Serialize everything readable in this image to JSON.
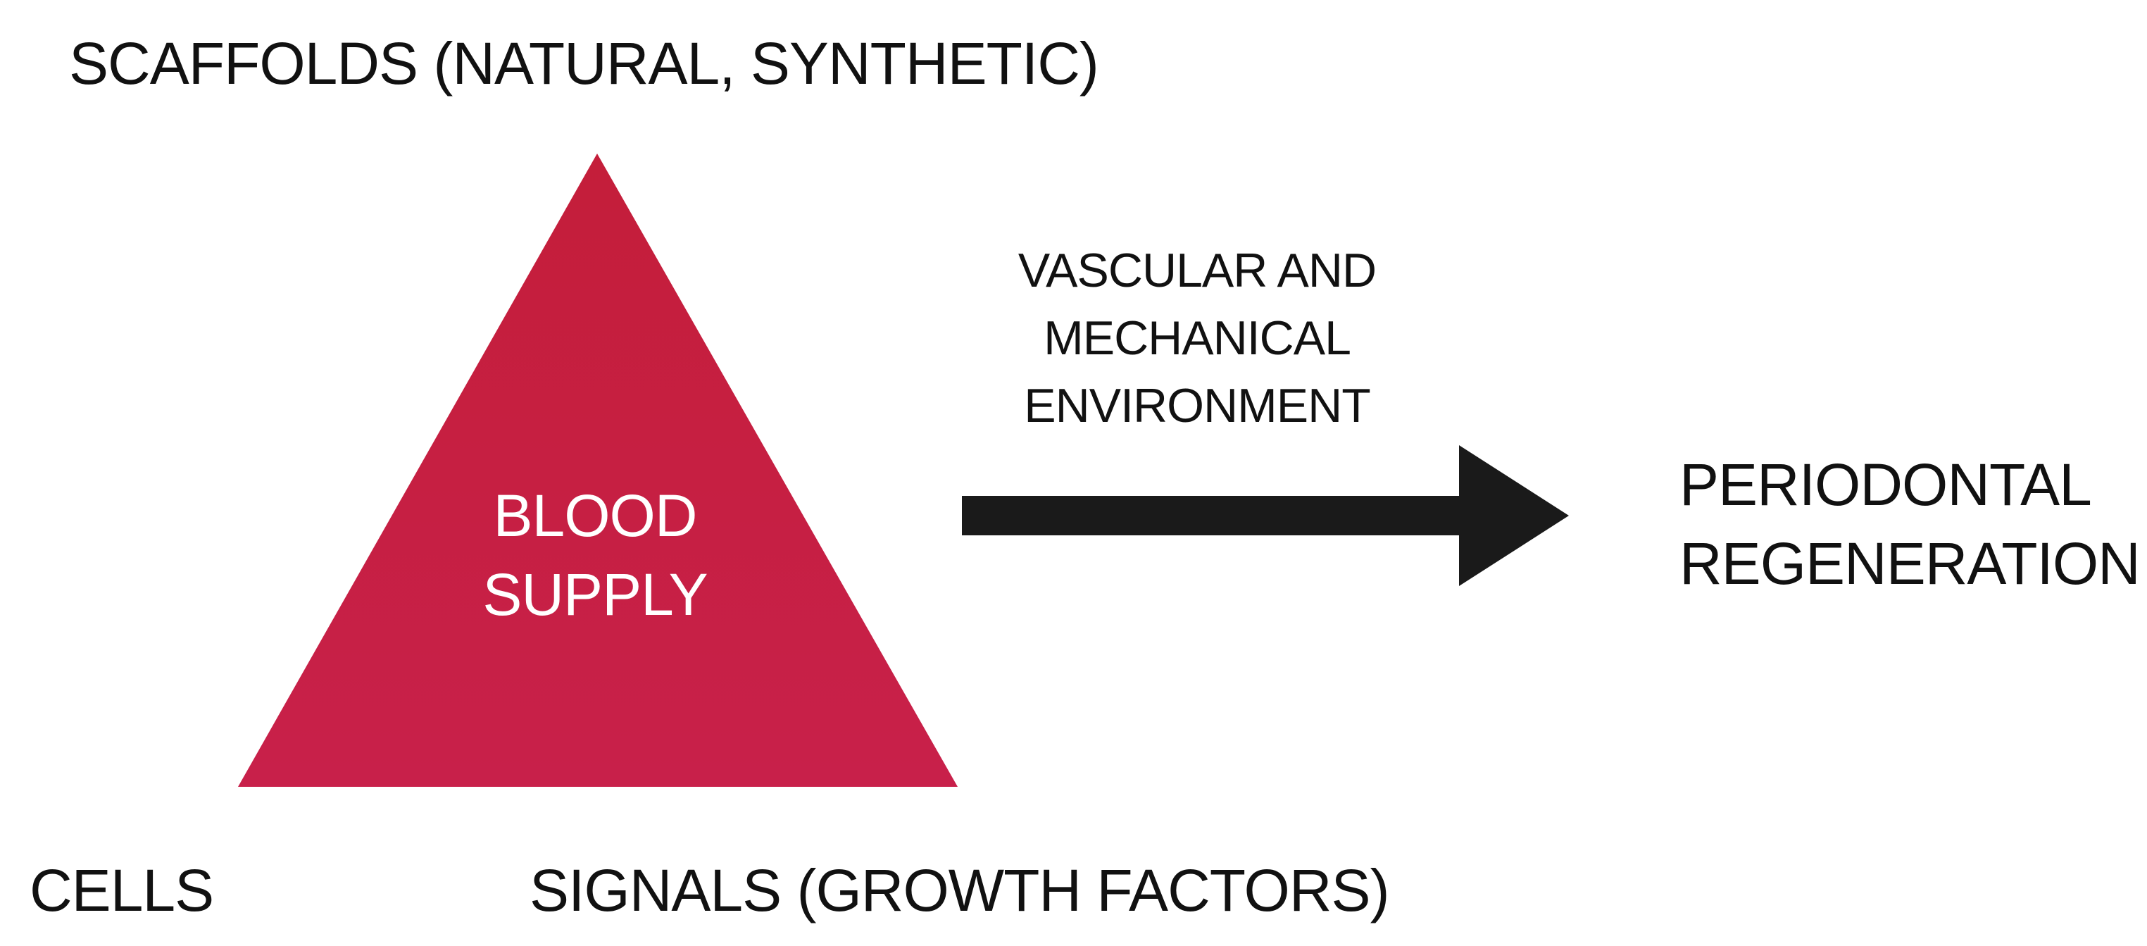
{
  "diagram": {
    "top_label": "SCAFFOLDS (NATURAL, SYNTHETIC)",
    "bottom_left_label": "CELLS",
    "bottom_right_label": "SIGNALS (GROWTH FACTORS)",
    "center_lines": [
      "BLOOD",
      "SUPPLY"
    ],
    "arrow_label_lines": [
      "VASCULAR AND",
      "MECHANICAL",
      "ENVIRONMENT"
    ],
    "outcome_lines": [
      "PERIODONTAL",
      "REGENERATION"
    ]
  },
  "colors": {
    "triangle_top": "#c41e3a",
    "triangle_bottom": "#c8204a",
    "arrow": "#1a1a1a",
    "text": "#111111",
    "center_text": "#ffffff"
  }
}
